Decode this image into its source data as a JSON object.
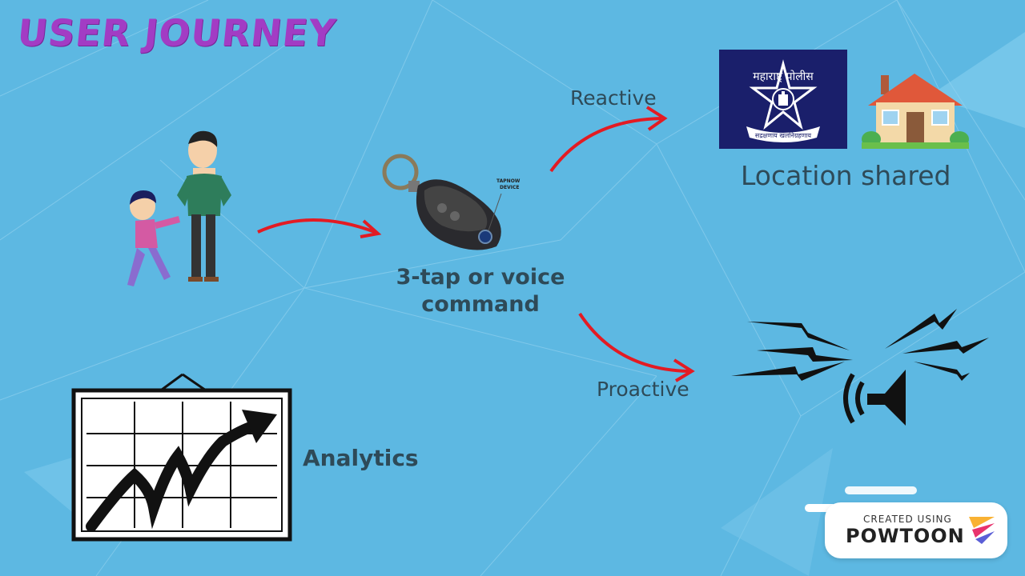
{
  "slide": {
    "title": "USER JOURNEY",
    "tap_label_line1": "3-tap or voice",
    "tap_label_line2": "command",
    "reactive_label": "Reactive",
    "proactive_label": "Proactive",
    "location_label": "Location shared",
    "analytics_label": "Analytics",
    "device_caption_line1": "TAPNOW",
    "device_caption_line2": "DEVICE",
    "police_badge_text_top": "महाराष्ट्र पोलीस",
    "police_badge_motto": "सद्रक्षणाय खलनिग्रहणाय"
  },
  "watermark": {
    "created_using": "CREATED USING",
    "brand": "POWTOON"
  },
  "colors": {
    "background": "#5db8e2",
    "title": "#a23cc4",
    "arrow": "#e31b23",
    "label": "#2e4a58",
    "police_badge": "#1a1f6b"
  },
  "icons": [
    "people-illustration",
    "keyfob-device-icon",
    "police-badge-icon",
    "house-icon",
    "siren-speaker-icon",
    "analytics-chart-icon",
    "powtoon-logo-icon"
  ]
}
